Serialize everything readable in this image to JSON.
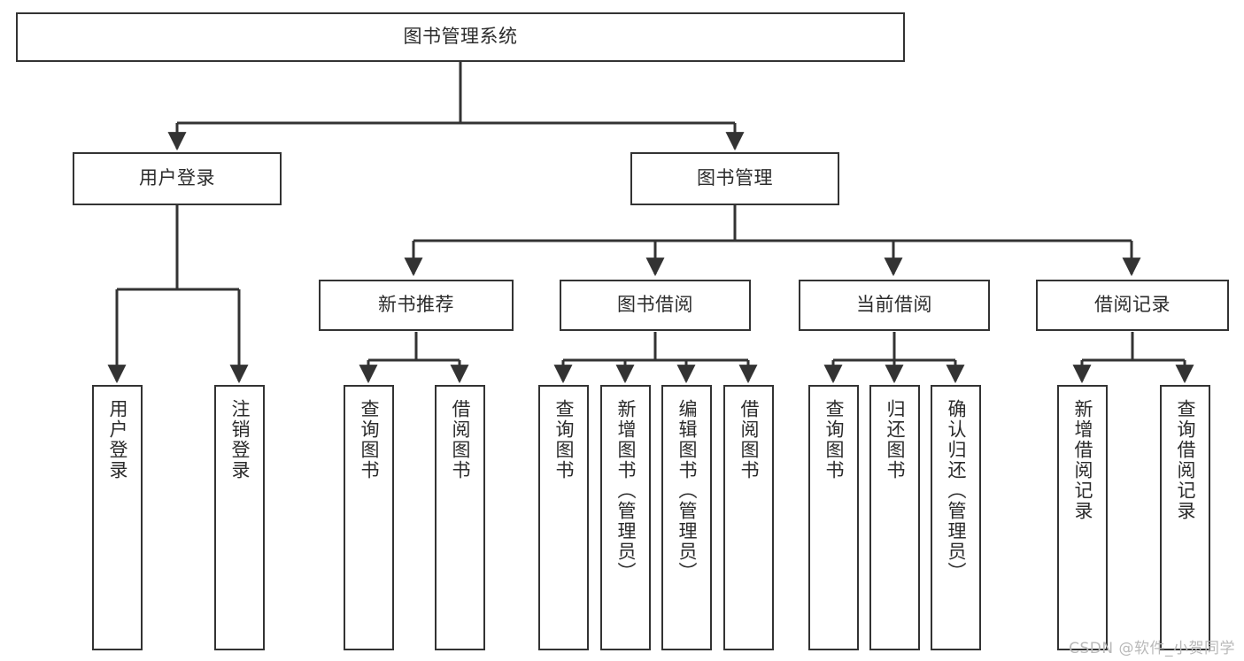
{
  "diagram": {
    "kind": "hierarchy-tree",
    "title": "图书管理系统",
    "watermark": "CSDN @软件_小贺同学",
    "colors": {
      "background": "#ffffff",
      "border": "#333333",
      "text": "#2b2b2b",
      "edge": "#333333",
      "watermark": "#b9b9b9"
    },
    "nodes": {
      "root": "图书管理系统",
      "level2": {
        "user_login": "用户登录",
        "book_manage": "图书管理"
      },
      "level3": {
        "new_book_recommend": "新书推荐",
        "book_borrow": "图书借阅",
        "current_borrow": "当前借阅",
        "borrow_record": "借阅记录"
      },
      "leaves": {
        "user_login_1": "用户登录",
        "user_login_2": "注销登录",
        "recommend_1": "查询图书",
        "recommend_2": "借阅图书",
        "borrow_1": "查询图书",
        "borrow_2": "新增图书（管理员）",
        "borrow_3": "编辑图书（管理员）",
        "borrow_4": "借阅图书",
        "current_1": "查询图书",
        "current_2": "归还图书",
        "current_3": "确认归还（管理员）",
        "record_1": "新增借阅记录",
        "record_2": "查询借阅记录"
      }
    }
  }
}
